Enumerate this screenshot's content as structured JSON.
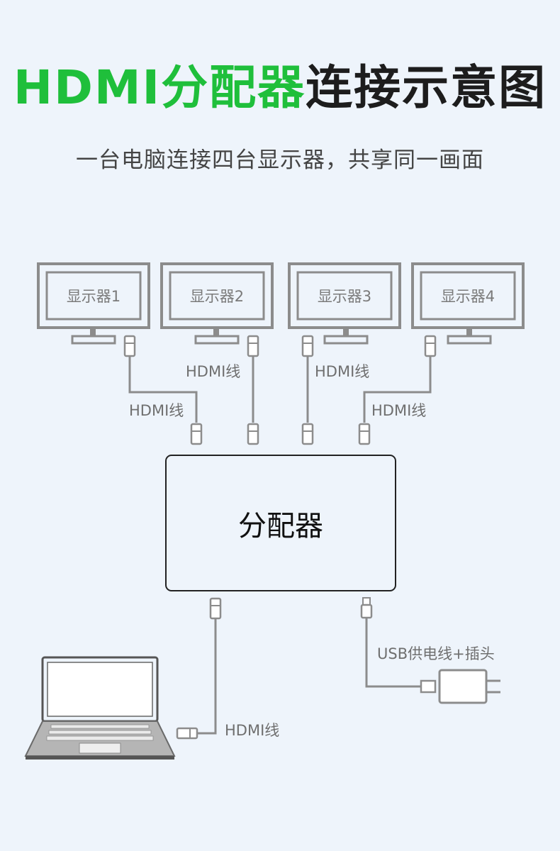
{
  "title": {
    "part1": "HDMI分配器",
    "part2": "连接示意图"
  },
  "subtitle": "一台电脑连接四台显示器，共享同一画面",
  "monitors": [
    {
      "label": "显示器1"
    },
    {
      "label": "显示器2"
    },
    {
      "label": "显示器3"
    },
    {
      "label": "显示器4"
    }
  ],
  "cables": {
    "c1": "HDMI线",
    "c2": "HDMI线",
    "c3": "HDMI线",
    "c4": "HDMI线",
    "input": "HDMI线",
    "power": "USB供电线+插头"
  },
  "splitter": {
    "label": "分配器"
  },
  "colors": {
    "accent": "#1fbf3b",
    "line": "#8c8c8c",
    "box": "#222222"
  }
}
